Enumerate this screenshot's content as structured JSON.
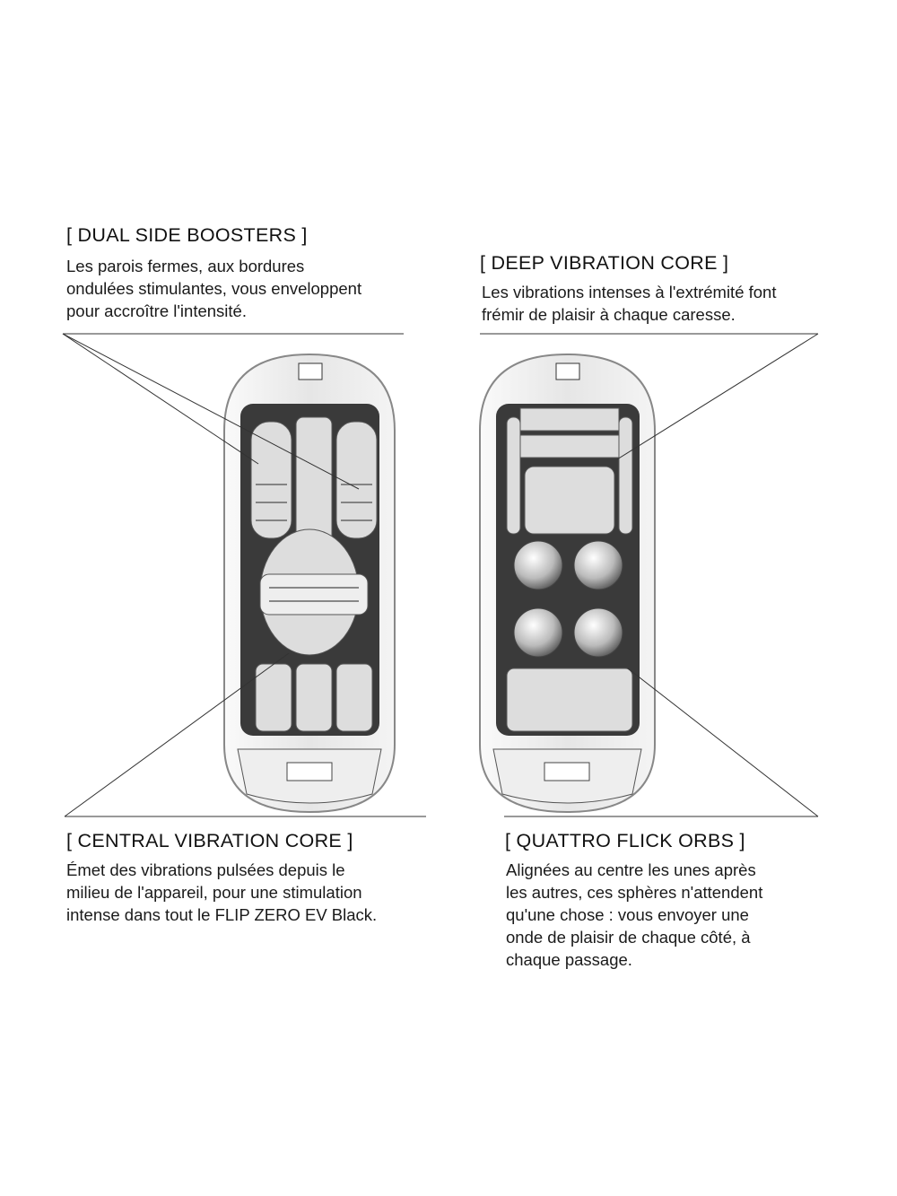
{
  "callouts": {
    "dual_side_boosters": {
      "title": "[ DUAL SIDE BOOSTERS ]",
      "lines": [
        "Les parois fermes, aux bordures",
        "ondulées stimulantes, vous enveloppent",
        "pour accroître l'intensité."
      ]
    },
    "deep_vibration_core": {
      "title": "[ DEEP VIBRATION CORE ]",
      "lines": [
        "Les vibrations intenses à l'extrémité font",
        "frémir de plaisir à chaque caresse."
      ]
    },
    "central_vibration_core": {
      "title": "[ CENTRAL VIBRATION CORE ]",
      "lines": [
        "Émet des vibrations pulsées depuis le",
        "milieu de l'appareil, pour une stimulation",
        "intense dans tout le FLIP ZERO EV Black."
      ]
    },
    "quattro_flick_orbs": {
      "title": "[ QUATTRO FLICK ORBS ]",
      "lines": [
        "Alignées au centre les unes après",
        "les autres, ces sphères n'attendent",
        "qu'une chose : vous envoyer une",
        "onde de plaisir de chaque côté, à",
        "chaque passage."
      ]
    }
  }
}
